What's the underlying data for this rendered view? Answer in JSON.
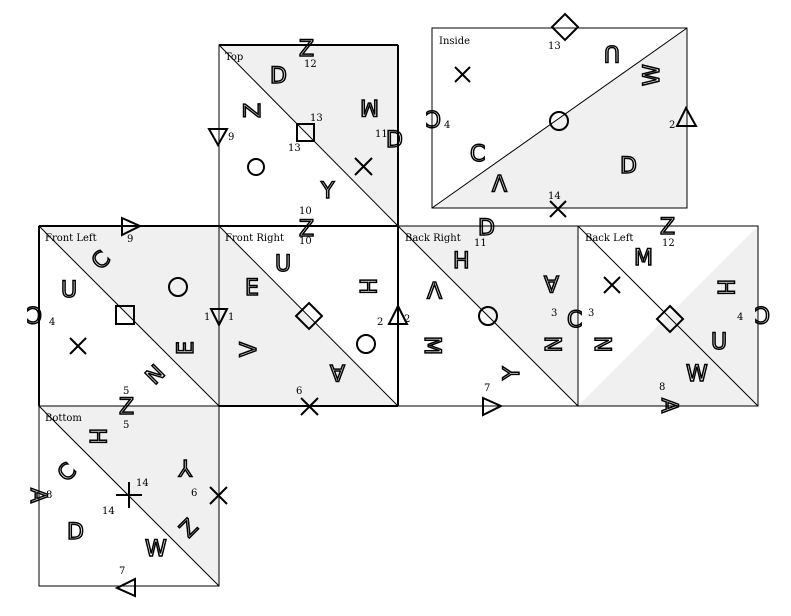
{
  "faces": {
    "top": "Top",
    "inside": "Inside",
    "front_left": "Front Left",
    "front_right": "Front Right",
    "back_right": "Back Right",
    "back_left": "Back Left",
    "bottom": "Bottom"
  },
  "numbers": {
    "top_12": "12",
    "top_13a": "13",
    "top_13b": "13",
    "top_11": "11",
    "top_9": "9",
    "top_10": "10",
    "in_13": "13",
    "in_4": "4",
    "in_2": "2",
    "in_14": "14",
    "fl_9": "9",
    "fl_4": "4",
    "fl_1": "1",
    "fl_5": "5",
    "fr_10": "10",
    "fr_1": "1",
    "fr_2": "2",
    "fr_6": "6",
    "br_11": "11",
    "br_2": "2",
    "br_3": "3",
    "br_7": "7",
    "bl_12": "12",
    "bl_3": "3",
    "bl_4": "4",
    "bl_8": "8",
    "bo_5": "5",
    "bo_14a": "14",
    "bo_14b": "14",
    "bo_6": "6",
    "bo_8": "8",
    "bo_7": "7"
  },
  "letters": {
    "top_D": "D",
    "top_Z": "Z",
    "top_M": "M",
    "top_Y": "Y",
    "in_U": "U",
    "in_W": "W",
    "in_C": "C",
    "in_V": "V",
    "in_D": "D",
    "fl_C": "C",
    "fl_U": "U",
    "fl_E": "E",
    "fl_N": "N",
    "fr_U": "U",
    "fr_E": "E",
    "fr_H": "H",
    "fr_V": "V",
    "fr_A": "A",
    "br_H": "H",
    "br_V": "V",
    "br_A": "A",
    "br_M": "M",
    "br_N": "N",
    "br_Y": "Y",
    "bl_M": "M",
    "bl_H": "H",
    "bl_U": "U",
    "bl_W": "W",
    "bl_N": "N",
    "bo_H": "H",
    "bo_C": "C",
    "bo_Y": "Y",
    "bo_D": "D",
    "bo_Z": "Z",
    "bo_W": "W",
    "e_Z_top": "Z",
    "e_Z_10": "Z",
    "e_D_11": "D",
    "e_Z_12": "Z",
    "e_Z_5": "Z",
    "e_C_4": "C",
    "e_C_in4": "C",
    "e_C_3": "C",
    "e_C_bl4": "C",
    "e_A_8": "A",
    "e_A_bl8": "A"
  }
}
